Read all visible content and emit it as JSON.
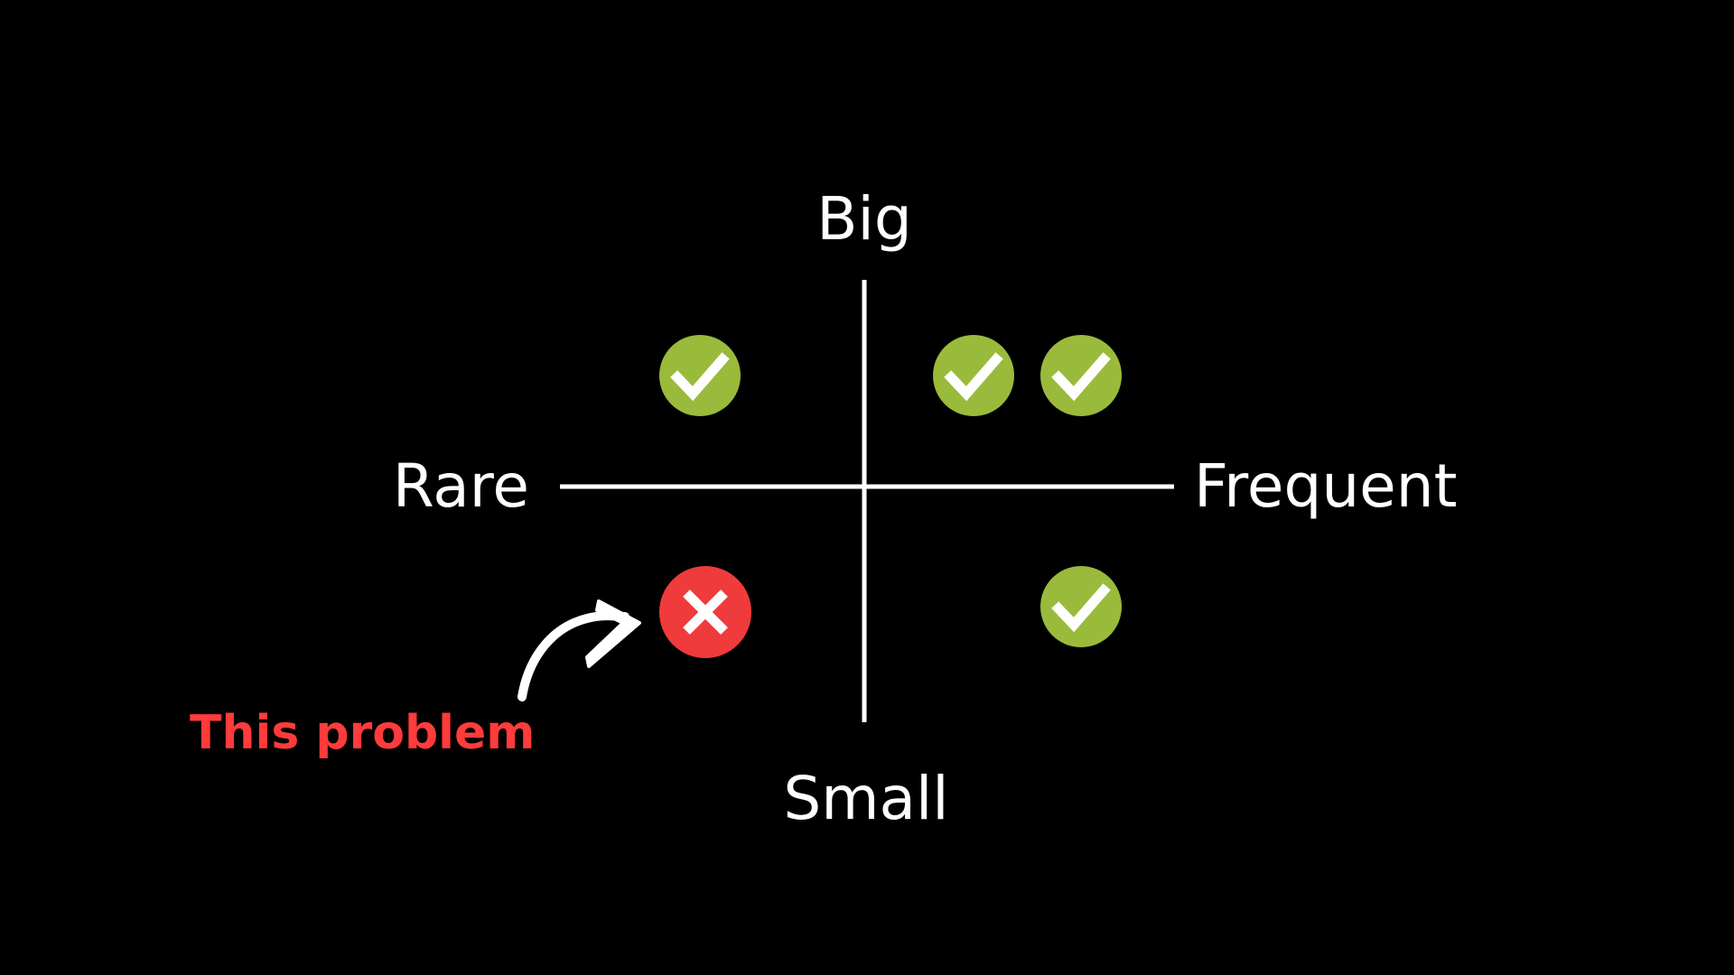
{
  "axes": {
    "top_label": "Big",
    "bottom_label": "Small",
    "left_label": "Rare",
    "right_label": "Frequent"
  },
  "markers": [
    {
      "quadrant": "top-left",
      "status": "check",
      "icon": "green-check-icon"
    },
    {
      "quadrant": "top-right",
      "status": "check",
      "icon": "green-check-icon"
    },
    {
      "quadrant": "top-right",
      "status": "check",
      "icon": "green-check-icon"
    },
    {
      "quadrant": "bottom-right",
      "status": "check",
      "icon": "green-check-icon"
    },
    {
      "quadrant": "bottom-left",
      "status": "cross",
      "icon": "red-x-icon"
    }
  ],
  "callout": {
    "text": "This problem",
    "icon": "curved-arrow-icon"
  },
  "colors": {
    "background": "#000000",
    "axis": "#ffffff",
    "check_fill": "#9aba3c",
    "cross_fill": "#ef3b3b",
    "callout_text": "#ff3b3b"
  }
}
